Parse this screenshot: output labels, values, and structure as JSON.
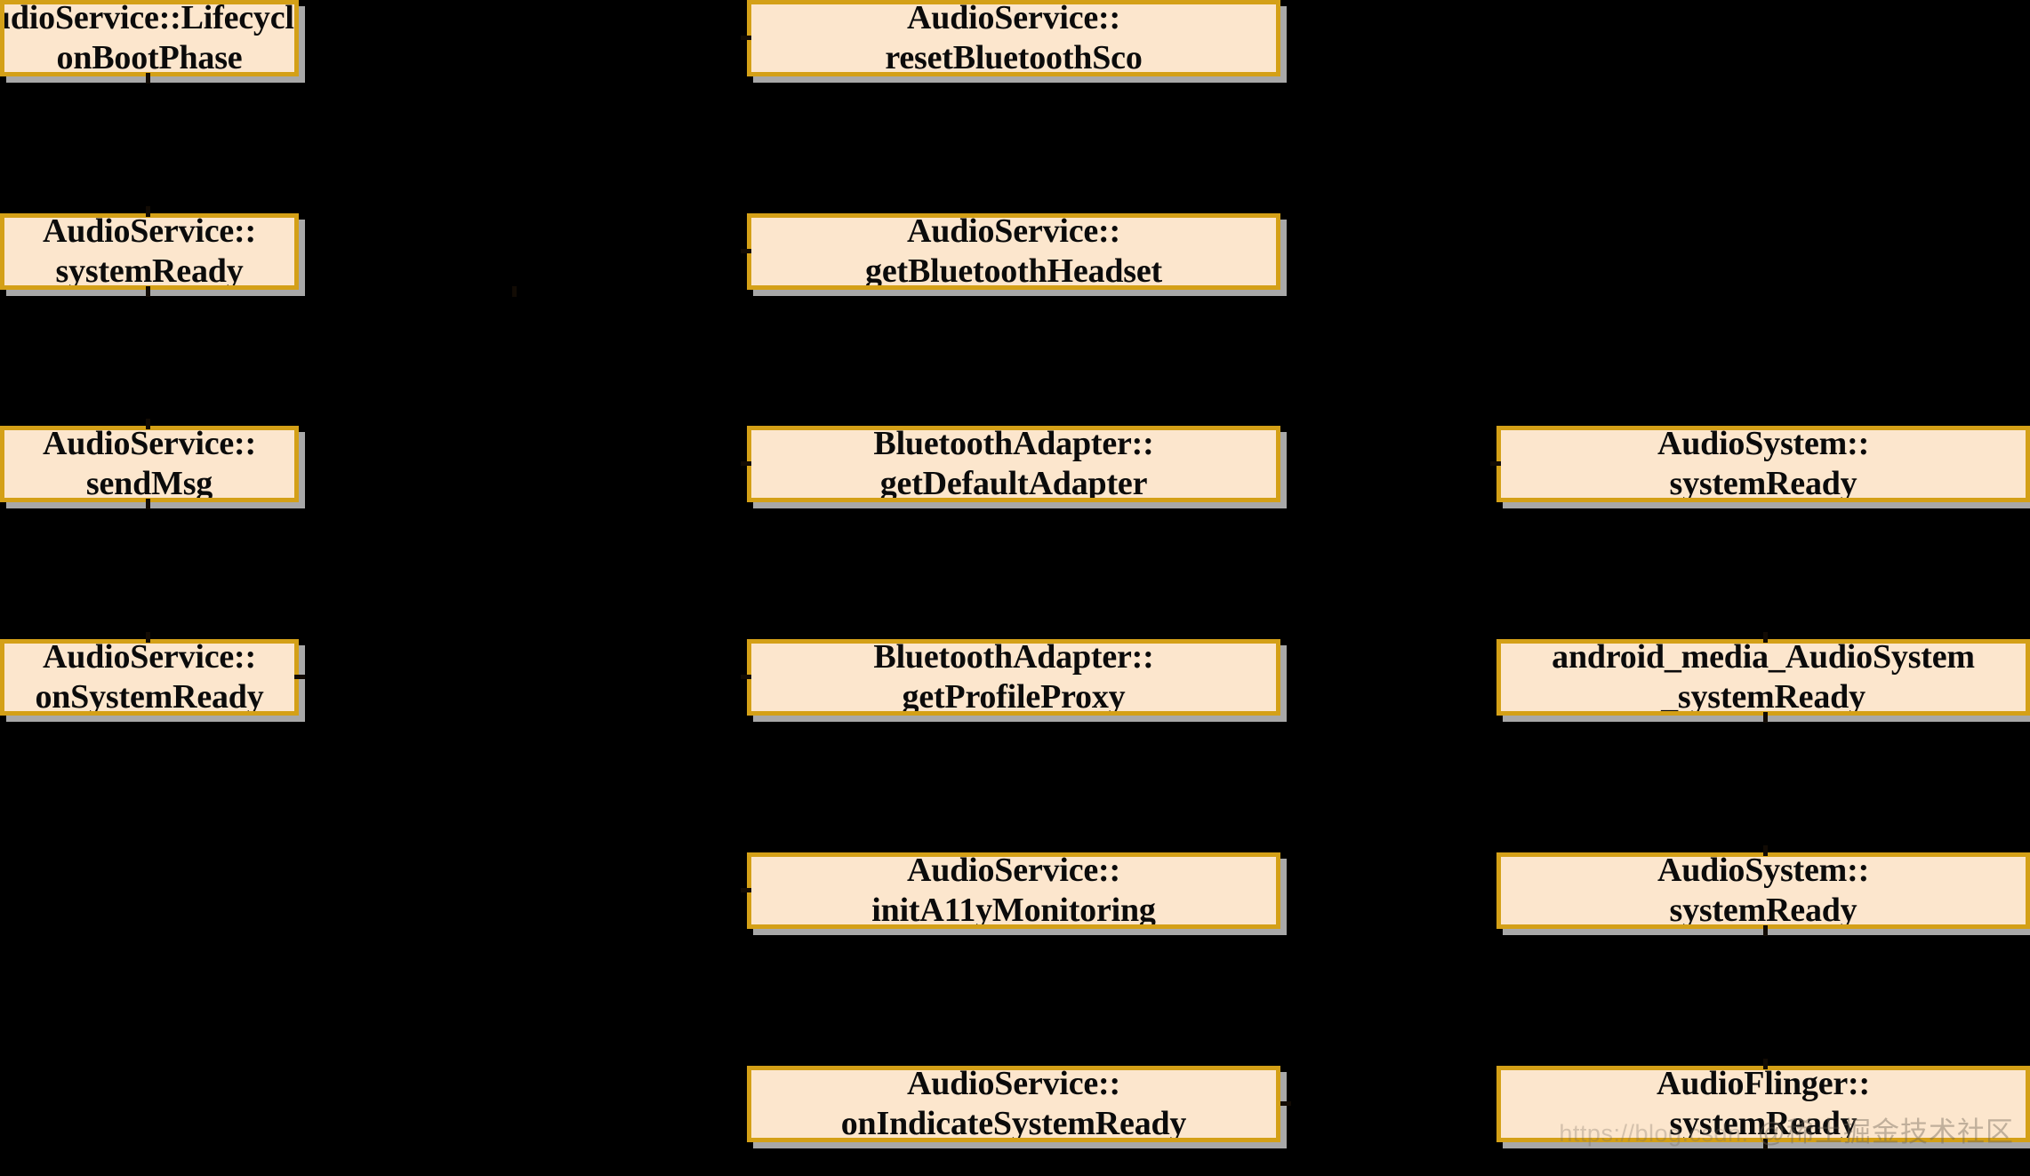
{
  "diagram": {
    "type": "call-graph",
    "background_color": "#000000",
    "node_fill_color": "#fce6cd",
    "node_border_color": "#d4a017",
    "node_text_color": "#0b0b0b",
    "node_shadow_color": "#a8a8a8",
    "columns": [
      {
        "name": "column-left",
        "nodes": [
          {
            "id": "n-onbootphase",
            "label": "AudioService::Lifecycle::\nonBootPhase",
            "row": 1
          },
          {
            "id": "n-as-systemready",
            "label": "AudioService::\nsystemReady",
            "row": 2
          },
          {
            "id": "n-as-sendmsg",
            "label": "AudioService::\nsendMsg",
            "row": 3
          },
          {
            "id": "n-as-onsystemready",
            "label": "AudioService::\nonSystemReady",
            "row": 4
          }
        ]
      },
      {
        "name": "column-middle",
        "nodes": [
          {
            "id": "n-resetbluetoothsco",
            "label": "AudioService::\nresetBluetoothSco",
            "row": 1
          },
          {
            "id": "n-getbluetoothheadset",
            "label": "AudioService::\ngetBluetoothHeadset",
            "row": 2
          },
          {
            "id": "n-getdefaultadapter",
            "label": "BluetoothAdapter::\ngetDefaultAdapter",
            "row": 3
          },
          {
            "id": "n-getprofileproxy",
            "label": "BluetoothAdapter::\ngetProfileProxy",
            "row": 4
          },
          {
            "id": "n-inita11ymonitoring",
            "label": "AudioService::\ninitA11yMonitoring",
            "row": 5
          },
          {
            "id": "n-onindicatesysready",
            "label": "AudioService::\nonIndicateSystemReady",
            "row": 6
          }
        ]
      },
      {
        "name": "column-right",
        "nodes": [
          {
            "id": "n-audiosystem-sysready-1",
            "label": "AudioSystem::\nsystemReady",
            "row": 3
          },
          {
            "id": "n-jni-systemready",
            "label": "android_media_AudioSystem\n_systemReady",
            "row": 4
          },
          {
            "id": "n-audiosystem-sysready-2",
            "label": "AudioSystem::\nsystemReady",
            "row": 5
          },
          {
            "id": "n-audioflinger-sysready",
            "label": "AudioFlinger::\nsystemReady",
            "row": 6
          }
        ]
      }
    ]
  },
  "watermark": {
    "url": "https://blog.csdn.",
    "name": "@稀土掘金技术社区"
  }
}
